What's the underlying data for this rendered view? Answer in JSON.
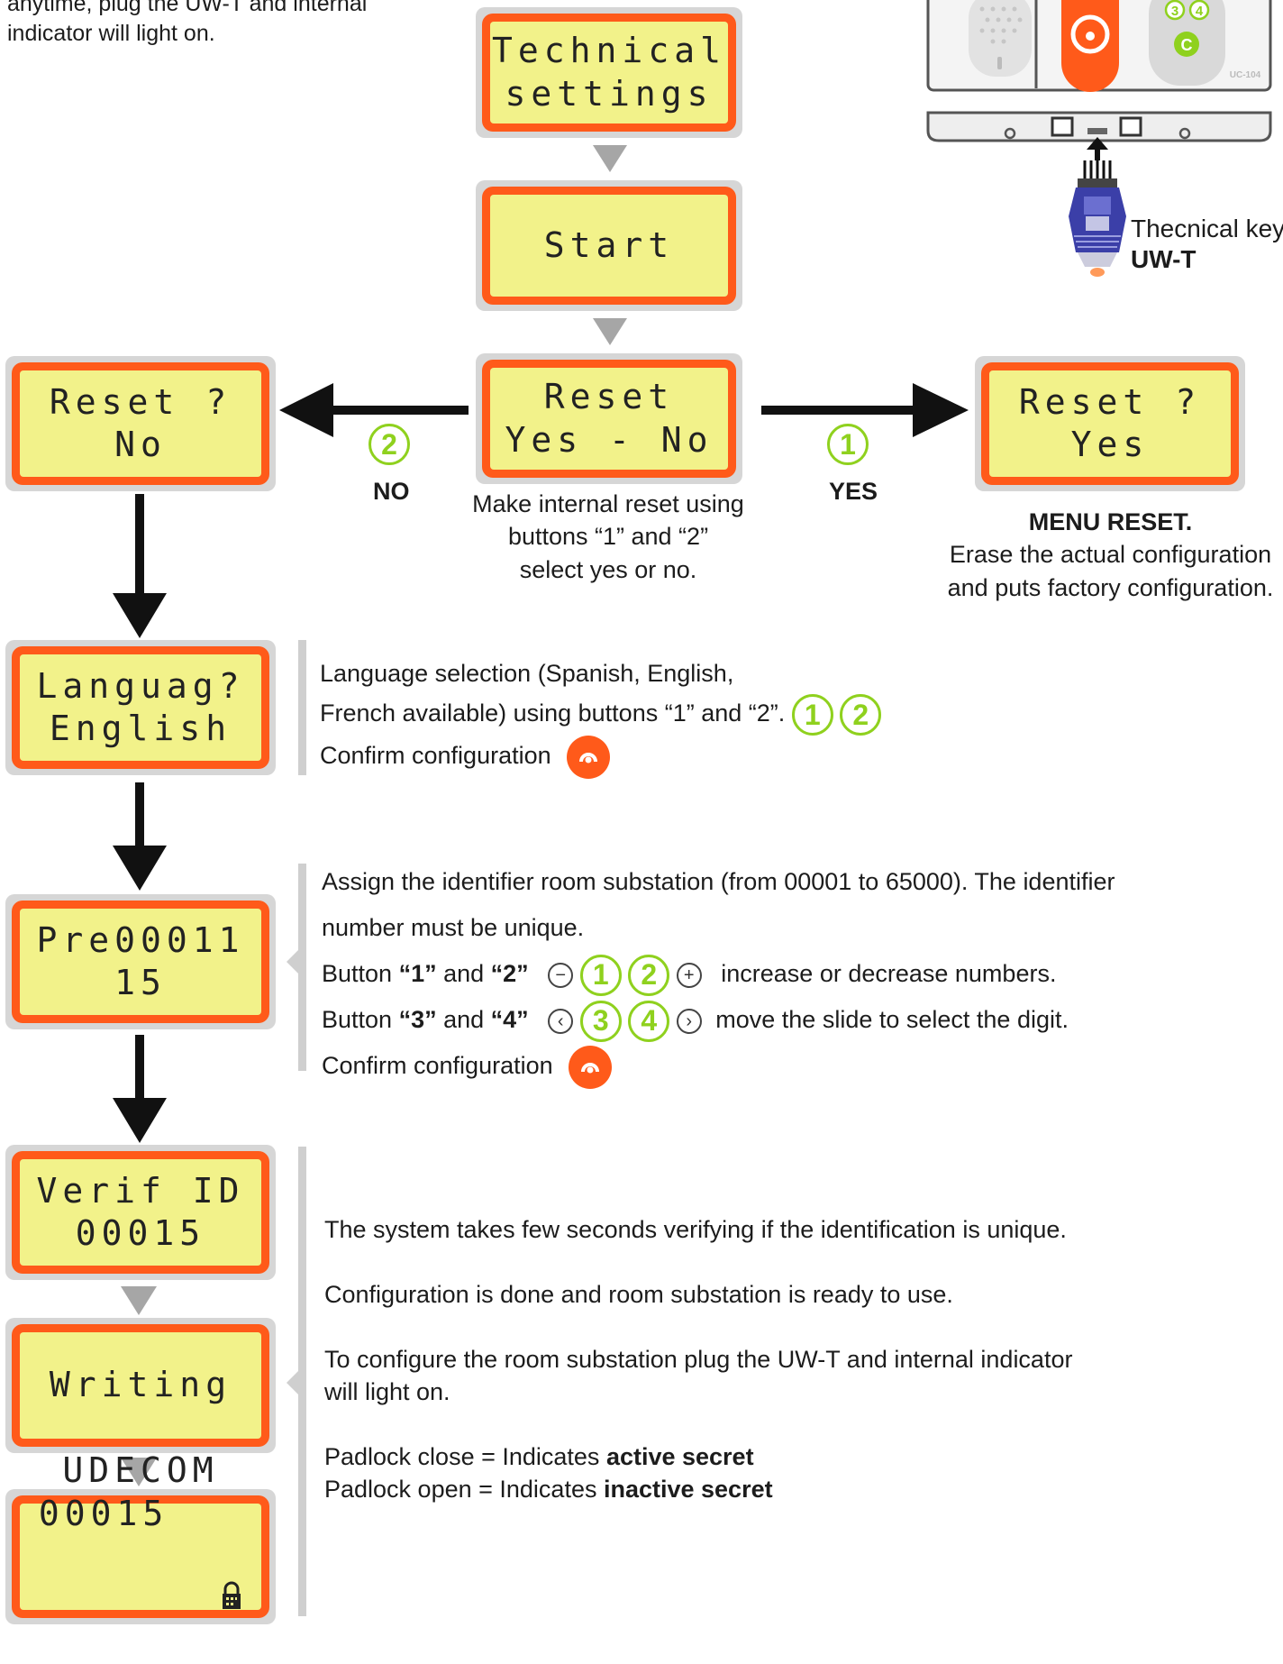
{
  "intro_text": [
    "anytime, plug the UW-T and internal",
    "indicator will light on."
  ],
  "screens": {
    "technical": [
      "Technical",
      "settings"
    ],
    "start": [
      "Start"
    ],
    "reset_yesno": [
      "Reset",
      "Yes - No"
    ],
    "reset_no": [
      "Reset ?",
      "No"
    ],
    "reset_yes": [
      "Reset ?",
      "Yes"
    ],
    "language": [
      "Languag?",
      "English"
    ],
    "pre": [
      "Pre00011",
      "15"
    ],
    "verif": [
      "Verif ID",
      "00015"
    ],
    "writing": [
      "Writing"
    ],
    "udecom": [
      "UDECOM",
      "00015"
    ]
  },
  "device": {
    "model": "UC-104",
    "btn3": "3",
    "btn4": "4",
    "btnC": "C"
  },
  "key_label": {
    "line1": "Thecnical key",
    "line2": "UW-T"
  },
  "branch_no": {
    "number": "2",
    "label": "NO"
  },
  "branch_yes": {
    "number": "1",
    "label": "YES"
  },
  "reset_caption": [
    "Make internal reset using",
    "buttons “1” and “2”",
    "select yes or no."
  ],
  "menu_reset": {
    "title": "MENU RESET.",
    "lines": [
      "Erase the actual configuration",
      "and puts factory configuration."
    ]
  },
  "language_text": {
    "line1": "Language selection (Spanish, English,",
    "line2": "French available) using buttons “1” and “2”.",
    "btn1": "1",
    "btn2": "2",
    "line3": "Confirm configuration"
  },
  "identifier_text": {
    "line1": "Assign the identifier room substation (from 00001 to 65000). The identifier",
    "line2": "number must be unique.",
    "row3_pre": "Button ",
    "row3_b1": "“1”",
    "row3_and": " and ",
    "row3_b2": "“2”",
    "row3_post": "increase or decrease numbers.",
    "row4_pre": "Button ",
    "row4_b1": "“3”",
    "row4_and": " and ",
    "row4_b2": "“4”",
    "row4_post": "move the slide to select the digit.",
    "btn1": "1",
    "btn2": "2",
    "btn3": "3",
    "btn4": "4",
    "line5": "Confirm configuration"
  },
  "final_text": {
    "line1": "The system takes few seconds verifying if the identification is unique.",
    "line2": "Configuration is done and room substation is ready to use.",
    "line3a": "To configure the room substation plug the UW-T and internal indicator",
    "line3b": "will light on.",
    "lock_close_pre": "Padlock close = Indicates ",
    "lock_close_bold": "active secret",
    "lock_open_pre": "Padlock open = Indicates ",
    "lock_open_bold": "inactive secret"
  },
  "colors": {
    "lcd_screen": "#f2f28a",
    "lcd_frame": "#ff5a1a",
    "lcd_outer": "#d6d6d6",
    "button_green": "#8fd11e",
    "arrow": "#1a1a1a"
  }
}
